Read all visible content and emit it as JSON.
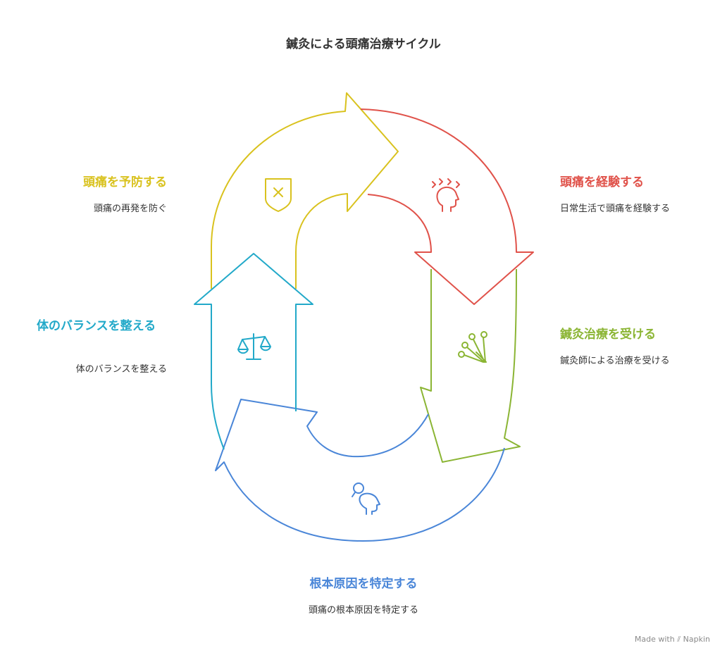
{
  "title": "鍼灸による頭痛治療サイクル",
  "stages": [
    {
      "id": "experience",
      "title": "頭痛を経験する",
      "desc": "日常生活で頭痛を経験する",
      "color": "#e0524a",
      "icon": "headache-icon"
    },
    {
      "id": "treatment",
      "title": "鍼灸治療を受ける",
      "desc": "鍼灸師による治療を受ける",
      "color": "#8bb534",
      "icon": "acupuncture-needles-icon"
    },
    {
      "id": "cause",
      "title": "根本原因を特定する",
      "desc": "頭痛の根本原因を特定する",
      "color": "#4a86d8",
      "icon": "head-search-icon"
    },
    {
      "id": "balance",
      "title": "体のバランスを整える",
      "desc": "体のバランスを整える",
      "color": "#22a9c9",
      "icon": "balance-scale-icon"
    },
    {
      "id": "prevent",
      "title": "頭痛を予防する",
      "desc": "頭痛の再発を防ぐ",
      "color": "#d9c21e",
      "icon": "shield-icon"
    }
  ],
  "footer": {
    "made_with": "Made with",
    "brand": "Napkin"
  }
}
